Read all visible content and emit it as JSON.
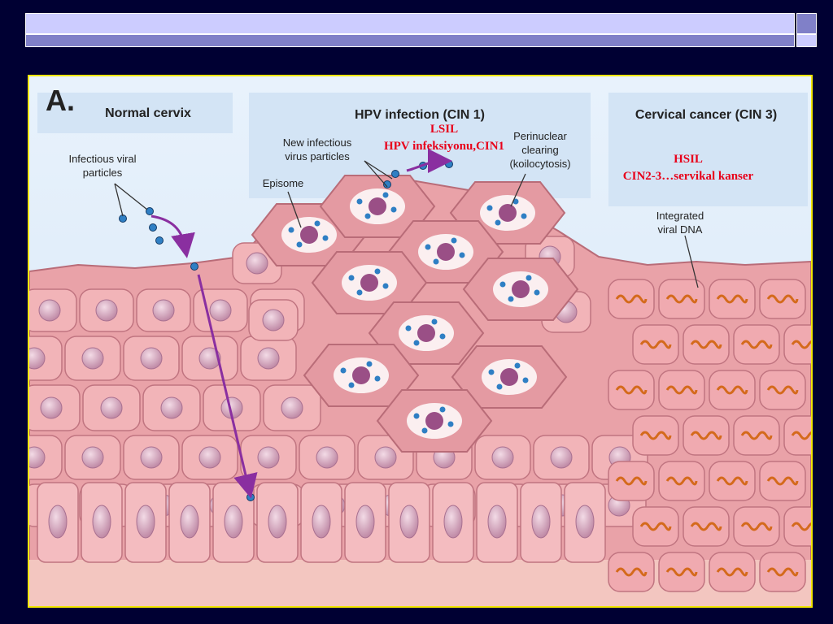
{
  "figure": {
    "panel_letter": "A.",
    "sections": {
      "normal": "Normal cervix",
      "hpv": "HPV infection (CIN 1)",
      "cancer": "Cervical cancer (CIN 3)"
    },
    "labels": {
      "infectious_1": "Infectious viral",
      "infectious_2": "particles",
      "new_1": "New infectious",
      "new_2": "virus particles",
      "episome": "Episome",
      "peri_1": "Perinuclear",
      "peri_2": "clearing",
      "peri_3": "(koilocytosis)",
      "integrated_1": "Integrated",
      "integrated_2": "viral DNA"
    },
    "overlay": {
      "lsil": "LSIL",
      "lsil_sub": "HPV infeksiyonu,CIN1",
      "hsil": "HSIL",
      "hsil_sub": "CIN2-3…servikal kanser"
    }
  },
  "colors": {
    "header_light": "#ccccff",
    "header_dark": "#8080c8",
    "background": "#000033",
    "frame": "#f2e600",
    "label_red": "#e8001a"
  }
}
